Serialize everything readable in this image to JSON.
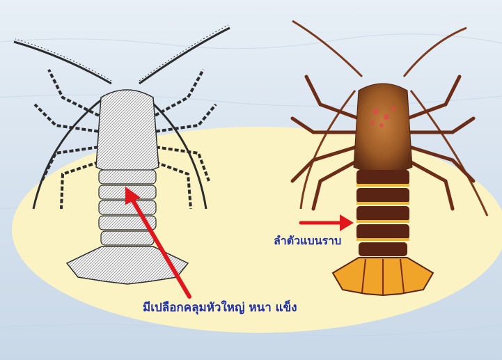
{
  "captions": {
    "left_arrow_label": "มีเปลือกคลุมหัวใหญ่ หนา แข็ง",
    "right_arrow_label": "ลำตัวแบนราบ"
  },
  "colors": {
    "background": "#dfe9f3",
    "ellipse": "#fbf3c4",
    "arrow": "#e0161c",
    "caption_text": "#1f2fa8",
    "sketch_ink": "#2b2b2b",
    "lobster_body": "#8a3b1e",
    "lobster_bands": "#e8b93a",
    "lobster_tail_fan": "#f0a52a"
  },
  "illustrations": {
    "left": "pen-and-ink sketch of a spiny lobster (dorsal view)",
    "right": "color painting of a spiny lobster (dorsal view)"
  }
}
